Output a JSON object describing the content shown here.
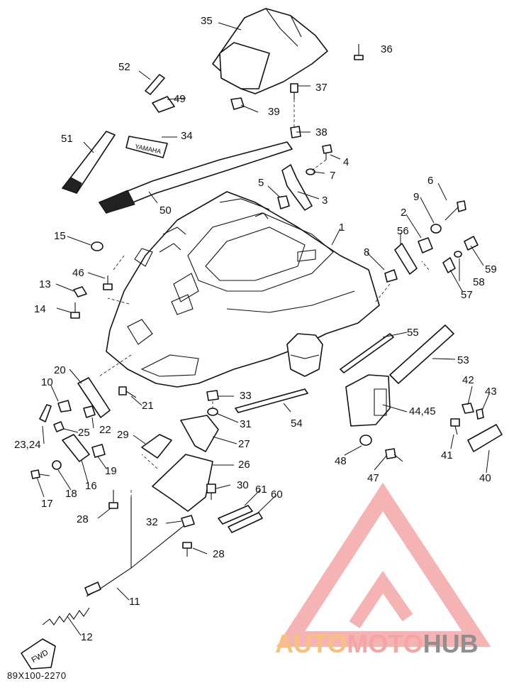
{
  "diagram": {
    "callouts": [
      "35",
      "36",
      "52",
      "49",
      "37",
      "39",
      "34",
      "38",
      "51",
      "4",
      "7",
      "5",
      "3",
      "6",
      "9",
      "2",
      "50",
      "15",
      "56",
      "1",
      "8",
      "59",
      "46",
      "58",
      "13",
      "57",
      "14",
      "55",
      "53",
      "10",
      "20",
      "42",
      "43",
      "21",
      "33",
      "44,45",
      "22",
      "25",
      "23,24",
      "29",
      "31",
      "54",
      "27",
      "19",
      "16",
      "48",
      "41",
      "47",
      "40",
      "26",
      "30",
      "18",
      "61",
      "60",
      "17",
      "28",
      "32",
      "28",
      "11",
      "12"
    ]
  },
  "footer": {
    "code": "89X100-2270"
  },
  "watermark": {
    "part1": "AUTO",
    "part2": "MOTO",
    "part3": "HUB",
    "color_auto": "#f9c07a",
    "color_moto": "#f4a6a6",
    "color_hub": "#8f8f8f"
  },
  "decals": {
    "fwd": "FWD"
  }
}
